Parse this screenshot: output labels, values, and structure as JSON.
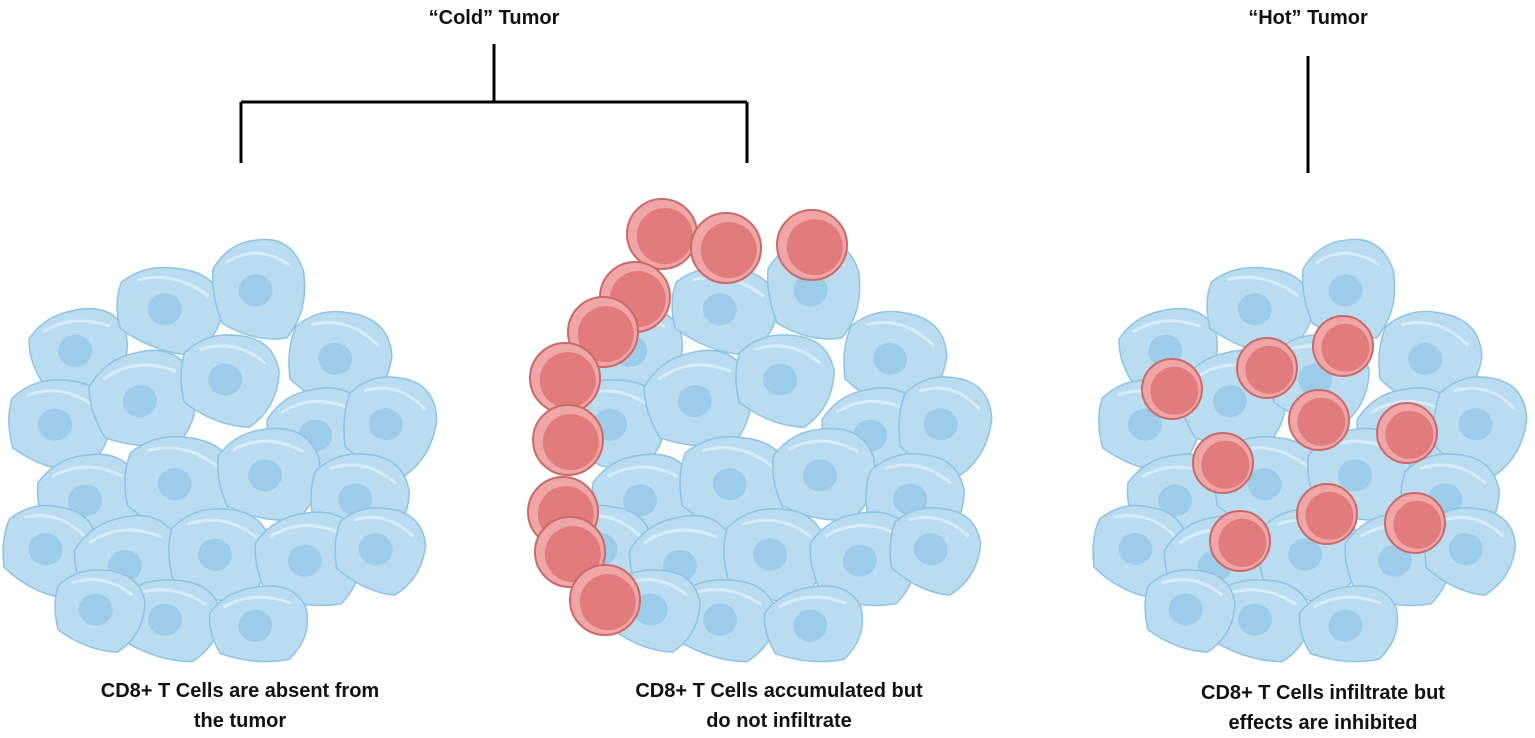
{
  "titles": {
    "cold": "“Cold” Tumor",
    "hot": "“Hot” Tumor"
  },
  "panels": [
    {
      "id": "absent",
      "caption_line1": "CD8+ T Cells are absent from",
      "caption_line2": "the tumor"
    },
    {
      "id": "excluded",
      "caption_line1": "CD8+ T Cells accumulated but",
      "caption_line2": "do not infiltrate"
    },
    {
      "id": "inflamed",
      "caption_line1": "CD8+ T Cells  infiltrate but",
      "caption_line2": "effects are inhibited"
    }
  ],
  "colors": {
    "tumor_cell_fill": "#b9dcf0",
    "tumor_cell_edge": "#8ec4e3",
    "tumor_nucleus": "#9cccea",
    "t_cell_fill": "#e88a8a",
    "t_cell_edge": "#c96a6a",
    "t_cell_center": "#e27b7b",
    "bracket": "#000000"
  }
}
